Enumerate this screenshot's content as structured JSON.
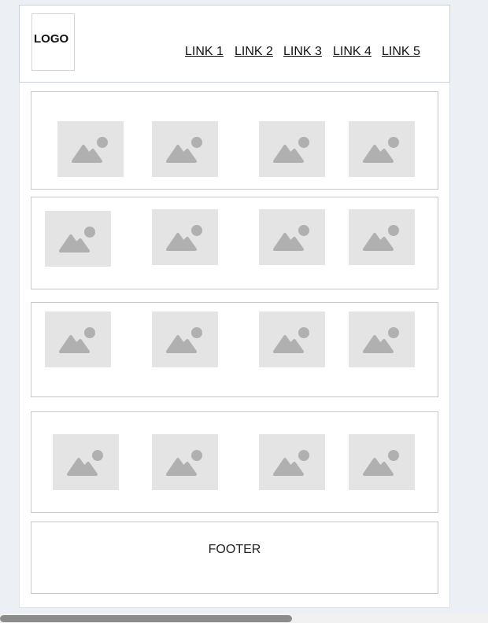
{
  "header": {
    "logo": "LOGO",
    "links": [
      "LINK 1",
      "LINK 2",
      "LINK 3",
      "LINK 4",
      "LINK 5"
    ]
  },
  "gallery": {
    "rows": 4,
    "images_per_row": 4,
    "image_icon": "image-placeholder-icon"
  },
  "footer": {
    "label": "FOOTER"
  },
  "colors": {
    "page_background": "#ecf0f5",
    "placeholder_fill": "#e4e4e4",
    "placeholder_icon": "#b0b0b0",
    "border": "#c8c8c8",
    "scrollbar_thumb": "#8c8c8c"
  }
}
